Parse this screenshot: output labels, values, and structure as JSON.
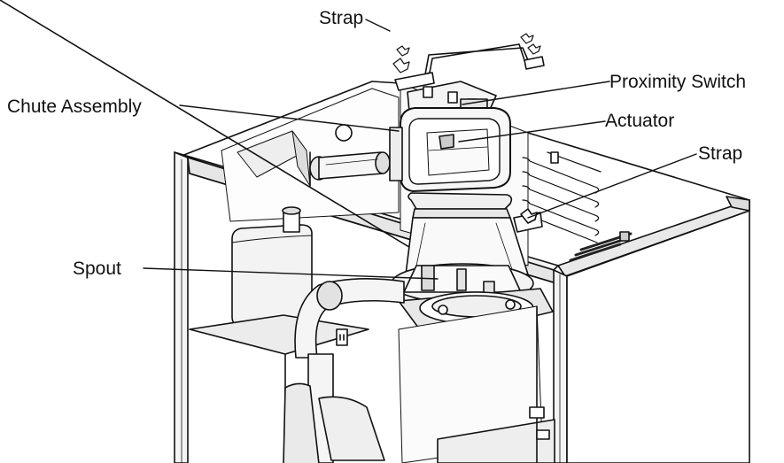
{
  "callouts": {
    "strap_top": "Strap",
    "proximity_switch": "Proximity Switch",
    "chute_assembly": "Chute Assembly",
    "actuator": "Actuator",
    "strap_right": "Strap",
    "spout": "Spout"
  }
}
